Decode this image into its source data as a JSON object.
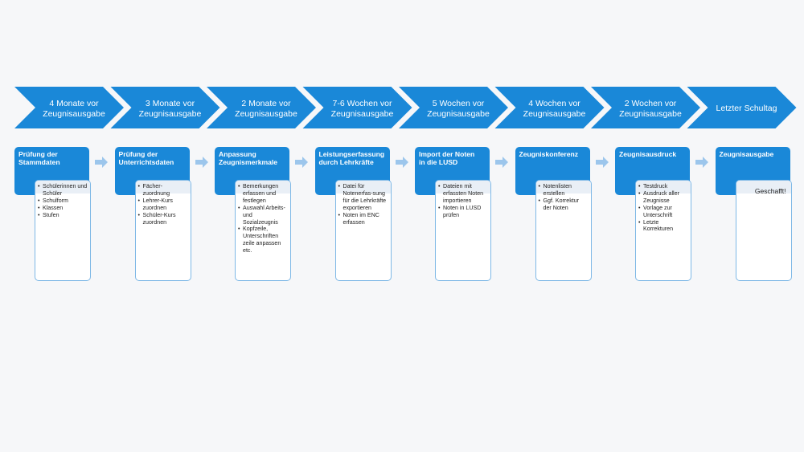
{
  "timeline": [
    {
      "line1": "4 Monate vor",
      "line2": "Zeugnisausgabe"
    },
    {
      "line1": "3 Monate  vor",
      "line2": "Zeugnisausgabe"
    },
    {
      "line1": "2 Monate vor",
      "line2": "Zeugnisausgabe"
    },
    {
      "line1": "7-6 Wochen vor",
      "line2": "Zeugnisausgabe"
    },
    {
      "line1": "5 Wochen vor",
      "line2": "Zeugnisausgabe"
    },
    {
      "line1": "4 Wochen vor",
      "line2": "Zeugnisausgabe"
    },
    {
      "line1": "2 Wochen vor",
      "line2": "Zeugnisausgabe"
    },
    {
      "line1": "Letzter Schultag",
      "line2": ""
    }
  ],
  "steps": [
    {
      "title": "Prüfung der\nStammdaten",
      "items": [
        "Schülerinnen und Schüler",
        "Schulform",
        "Klassen",
        "Stufen"
      ]
    },
    {
      "title": "Prüfung der\nUnterrichtsdaten",
      "items": [
        "Fächer-zuordnung",
        "Lehrer-Kurs zuordnen",
        "Schüler-Kurs zuordnen"
      ]
    },
    {
      "title": "Anpassung\nZeugnismerkmale",
      "items": [
        "Bemerkungen erfassen und festlegen",
        "Auswahl Arbeits- und Sozialzeugnis",
        "Kopfzeile, Unterschriften zeile anpassen etc."
      ]
    },
    {
      "title": "Leistungserfassung\ndurch  Lehrkräfte",
      "items": [
        "Datei für Notenerfas-sung für die Lehrkräfte exportieren",
        "Noten im ENC erfassen"
      ]
    },
    {
      "title": "Import der Noten\nin die LUSD",
      "items": [
        "Dateien mit erfassten Noten importieren",
        "Noten in LUSD prüfen"
      ]
    },
    {
      "title": "Zeugniskonferenz",
      "items": [
        "Notenlisten erstellen",
        "Ggf. Korrektur der Noten"
      ]
    },
    {
      "title": "Zeugnisausdruck",
      "items": [
        "Testdruck",
        "Ausdruck aller Zeugnisse",
        "Vorlage zur Unterschrift",
        "Letzte Korrekturen"
      ]
    },
    {
      "title": "Zeugnisausgabe",
      "done": "Geschafft!"
    }
  ],
  "colors": {
    "chevron": "#1a88d8",
    "header": "#1a88d8",
    "connector": "#9cc6ec",
    "body_border": "#7eb8e6"
  }
}
